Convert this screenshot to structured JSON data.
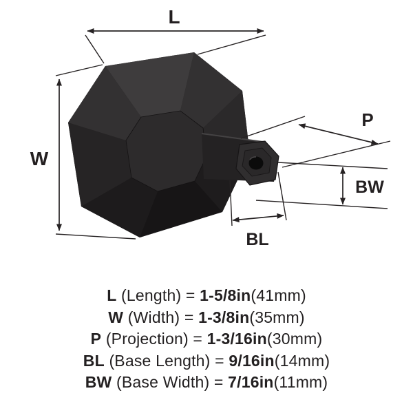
{
  "product": {
    "kind": "cabinet-knob-dimension-diagram"
  },
  "dimension_labels": {
    "length": "L",
    "width": "W",
    "projection": "P",
    "base_length": "BL",
    "base_width": "BW"
  },
  "specs": [
    {
      "abbr": "L",
      "label": "(Length) =",
      "value": "1-5/8in",
      "metric": "(41mm)"
    },
    {
      "abbr": "W",
      "label": "(Width) =",
      "value": "1-3/8in",
      "metric": "(35mm)"
    },
    {
      "abbr": "P",
      "label": "(Projection) =",
      "value": "1-3/16in",
      "metric": "(30mm)"
    },
    {
      "abbr": "BL",
      "label": "(Base Length) =",
      "value": "9/16in",
      "metric": "(14mm)"
    },
    {
      "abbr": "BW",
      "label": "(Base Width) =",
      "value": "7/16in",
      "metric": "(11mm)"
    }
  ],
  "colors": {
    "line": "#262223",
    "text": "#232021",
    "knob_dark": "#171516",
    "knob_mid": "#2d2b2c",
    "knob_light": "#3e3c3d",
    "stem": "#302e2f",
    "hole": "#0b0b0b",
    "background": "#ffffff"
  }
}
